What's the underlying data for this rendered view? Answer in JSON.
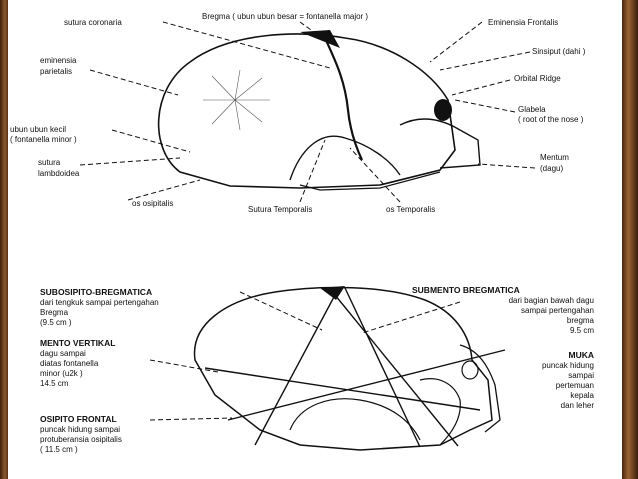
{
  "colors": {
    "frame": "#6b3a1c",
    "panel": "#ffffff",
    "ink": "#111111"
  },
  "top": {
    "bregma": "Bregma ( ubun ubun besar = fontanella major )",
    "sutura_coronaria": "sutura coronaria",
    "eminensia_frontalis": "Eminensia Frontalis",
    "eminensia_parietalis_1": "eminensia",
    "eminensia_parietalis_2": "parietalis",
    "sinsiput": "Sinsiput (dahi )",
    "orbital_ridge": "Orbital Ridge",
    "ubun_kecil_1": "ubun ubun kecil",
    "ubun_kecil_2": "( fontanella minor )",
    "glabela_1": "Glabela",
    "glabela_2": "( root of the nose )",
    "sutura_lambdoidea_1": "sutura",
    "sutura_lambdoidea_2": "lambdoidea",
    "mentum_1": "Mentum",
    "mentum_2": "(dagu)",
    "os_osipitalis": "os osipitalis",
    "sutura_temporalis": "Sutura Temporalis",
    "os_temporalis": "os Temporalis"
  },
  "bottom": {
    "subosipito_title": "SUBOSIPITO-BREGMATICA",
    "subosipito_l1": "dari tengkuk sampai pertengahan",
    "subosipito_l2": "Bregma",
    "subosipito_l3": "(9.5 cm )",
    "submento_title": "SUBMENTO BREGMATICA",
    "submento_l1": "dari bagian bawah dagu",
    "submento_l2": "sampai pertengahan",
    "submento_l3": "bregma",
    "submento_l4": "9.5 cm",
    "mento_title": "MENTO VERTIKAL",
    "mento_l1": "dagu sampai",
    "mento_l2": "diatas fontanella",
    "mento_l3": "minor (u2k )",
    "mento_l4": "14.5 cm",
    "muka_title": "MUKA",
    "muka_l1": "puncak hidung",
    "muka_l2": "sampai",
    "muka_l3": "pertemuan",
    "muka_l4": "kepala",
    "muka_l5": "dan leher",
    "osipito_title": "OSIPITO FRONTAL",
    "osipito_l1": "puncak hidung sampai",
    "osipito_l2": "protuberansia osipitalis",
    "osipito_l3": "( 11.5 cm )"
  }
}
